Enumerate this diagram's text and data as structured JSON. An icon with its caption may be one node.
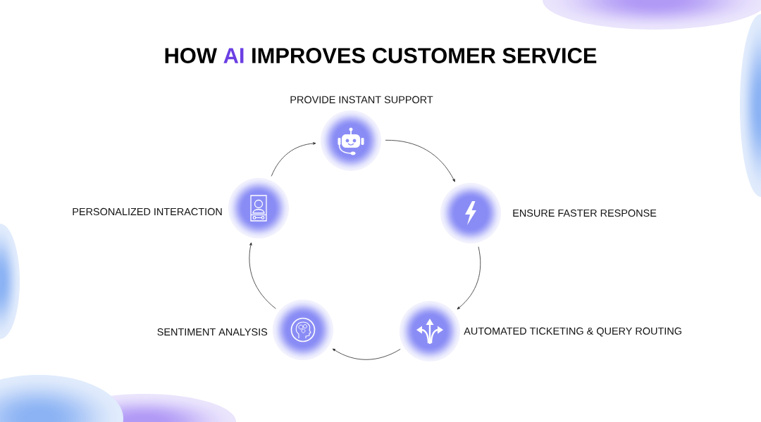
{
  "diagram": {
    "title": "HOW **AI** IMPROVES CUSTOMER SERVICE",
    "nodes": [
      {
        "text": [
          "PROVIDE INSTANT SUPPORT"
        ]
      },
      {
        "text": [
          "PERSONALIZED INTERACTION"
        ]
      },
      {
        "text": [
          "ENSURE FASTER RESPONSE"
        ]
      },
      {
        "text": [
          "SENTIMENT ANALYSIS"
        ]
      },
      {
        "text": [
          "AUTOMATED TICKETING & QUERY ROUTING"
        ]
      }
    ],
    "edges": [
      {
        "from": 0,
        "to": 2,
        "arrow": "to"
      },
      {
        "from": 2,
        "to": 4,
        "arrow": "to"
      },
      {
        "from": 4,
        "to": 3,
        "arrow": "to"
      },
      {
        "from": 3,
        "to": 1,
        "arrow": "to"
      },
      {
        "from": 1,
        "to": 0,
        "arrow": "to"
      }
    ]
  }
}
